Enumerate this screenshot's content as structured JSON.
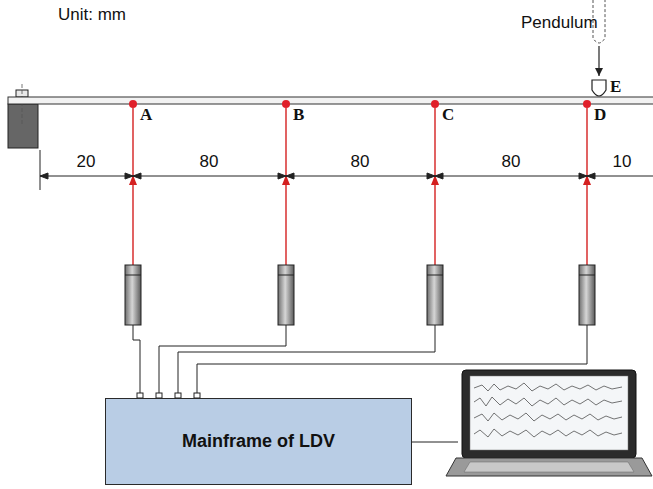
{
  "diagram": {
    "nodes": [
      {
        "text": [
          "Mainframe of LDV"
        ]
      }
    ],
    "labels": [
      "Unit: mm",
      "Pendulum",
      "E",
      "A",
      "B",
      "C",
      "D",
      "20",
      "80",
      "80",
      "80",
      "10"
    ]
  }
}
